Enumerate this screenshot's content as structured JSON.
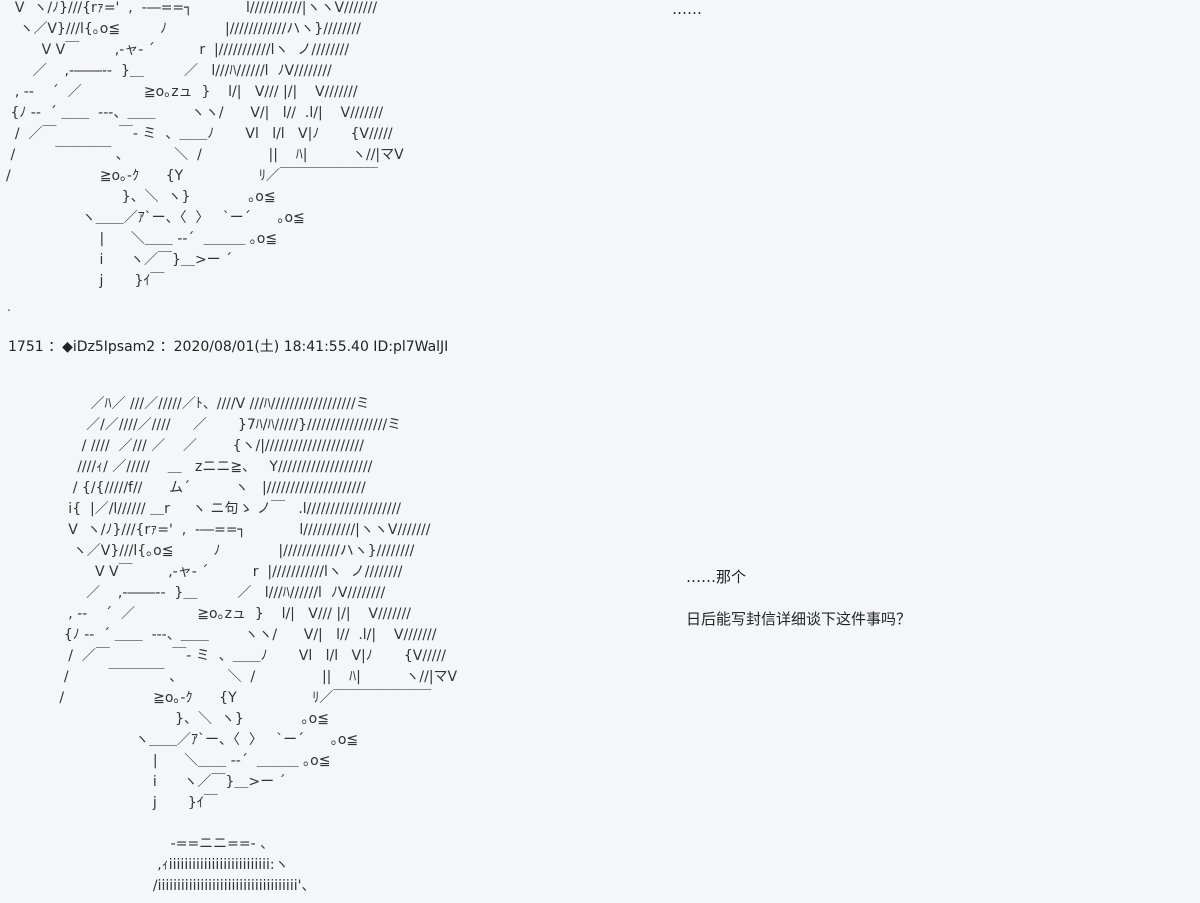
{
  "top_section": {
    "ellipsis": "……",
    "art": "  V  ヽ/ﾉ}///{rｧ='  ,  -―==┐            l///////////|ヽヽV///////\n   ヽ／V}///l{｡o≦         ﾉ             |////////////ハヽ}////////\n        V V￣        ,-ャ- ´          r  |///////////lヽ  ノ////////\n      ／    ,-――--  }＿         ／   l///ﾊ//////l  ﾉV////////\n  , --    ´  ／              ≧o｡zュ  }    l/|   V/// |/|    V///////\n {ﾉ --  ´ ＿＿  ---、＿＿        ヽヽ/      V/|   l//  .l/|    V///////\n  /  ／￣              ￣- ミ  、＿＿ﾉ       Vl   l/l   V|ﾉ       {V/////\n /         ￣￣￣￣ 、          ＼  /               ||    ﾊ|          ヽ//|マV\n/                    ≧o｡-ｸ      {Y                 ﾘ／￣￣￣￣￣￣￣\n                          }、＼  ヽ}             ｡o≦\n                 ヽ＿＿／ｱ`ー、〈  〉   `ー´      ｡o≦\n                     |      ＼＿＿ --´  ＿＿＿ ｡o≦\n                     i      ヽ／￣}＿>ー ´\n                     j       }ｲ￣"
  },
  "dot_mark": ".",
  "post": {
    "header": "1751 ：◆iDz5Ipsam2 ：2020/08/01(土) 18:41:55.40 ID:pl7WalJI"
  },
  "bottom_section": {
    "art": "                   ／ﾊ／ ///／/////／ﾄ、////V ///ﾊ//////////////////ミ\n                  ／/／////／////     ／       }7ﾊ/ﾊ/////}/////////////////ミ\n                 / ////  ／/// ／    ／        {ヽ/|/////////////////////\n                ////ｨ/ ／/////    ＿   zニニ≧、   Y////////////////////\n               / {/{/////f//      ム´          ヽ   |/////////////////////\n              i{  |／/l////// ＿r     ヽ ニ句ゝ ノ￣   .l////////////////////\n              V  ヽ/ﾉ}///{rｧ='  ,  -―==┐            l///////////|ヽヽV///////\n               ヽ／V}///l{｡o≦         ﾉ             |////////////ハヽ}////////\n                    V V￣        ,-ャ- ´          r  |///////////lヽ  ノ////////\n                  ／    ,-――--  }＿         ／   l///ﾊ//////l  ﾉV////////\n              , --    ´  ／              ≧o｡zュ  }    l/|   V/// |/|    V///////\n             {ﾉ --  ´ ＿＿  ---、＿＿        ヽヽ/      V/|   l//  .l/|    V///////\n              /  ／￣              ￣- ミ  、＿＿ﾉ       Vl   l/l   V|ﾉ       {V/////\n             /         ￣￣￣￣ 、          ＼  /               ||    ﾊ|          ヽ//|マV\n            /                    ≧o｡-ｸ      {Y                 ﾘ／￣￣￣￣￣￣￣\n                                      }、＼  ヽ}             ｡o≦\n                             ヽ＿＿／ｱ`ー、〈  〉   `ー´      ｡o≦\n                                 |      ＼＿＿ --´  ＿＿＿ ｡o≦\n                                 i      ヽ／￣}＿>ー ´\n                                 j       }ｲ￣",
    "line1": "……那个",
    "line2": "日后能写封信详细谈下这件事吗？"
  },
  "tail_section": {
    "art": "                                     -==ニニ==- 、\n                                  ,ｨiiiiiiiiiiiiiiiiiiiiiiiiii:ヽ\n                                 /iiiiiiiiiiiiiiiiiiiiiiiiiiiiiiiiiiii'、"
  }
}
